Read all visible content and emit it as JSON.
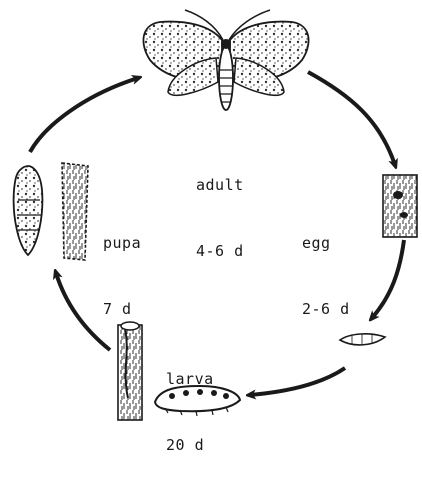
{
  "stages": {
    "adult": {
      "name": "adult",
      "duration": "4-6 d"
    },
    "egg": {
      "name": "egg",
      "duration": "2-6 d"
    },
    "larva": {
      "name": "larva",
      "duration": "20 d"
    },
    "pupa": {
      "name": "pupa",
      "duration": "7 d"
    }
  },
  "colors": {
    "ink": "#1a1a1a",
    "background": "#ffffff"
  }
}
